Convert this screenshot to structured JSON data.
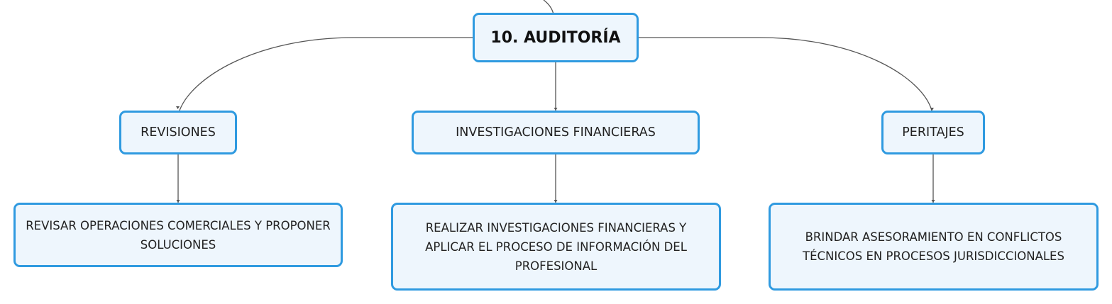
{
  "colors": {
    "node_border": "#2f9ae0",
    "node_fill": "#eef6fd",
    "connector": "#555555",
    "text": "#222222"
  },
  "root": {
    "label": "10. AUDITORÍA"
  },
  "branches": [
    {
      "label": "REVISIONES",
      "detail": "REVISAR OPERACIONES COMERCIALES Y PROPONER SOLUCIONES"
    },
    {
      "label": "INVESTIGACIONES FINANCIERAS",
      "detail": "REALIZAR INVESTIGACIONES FINANCIERAS Y APLICAR EL PROCESO DE INFORMACIÓN DEL PROFESIONAL"
    },
    {
      "label": "PERITAJES",
      "detail": "BRINDAR ASESORAMIENTO EN CONFLICTOS TÉCNICOS EN PROCESOS JURISDICCIONALES"
    }
  ]
}
